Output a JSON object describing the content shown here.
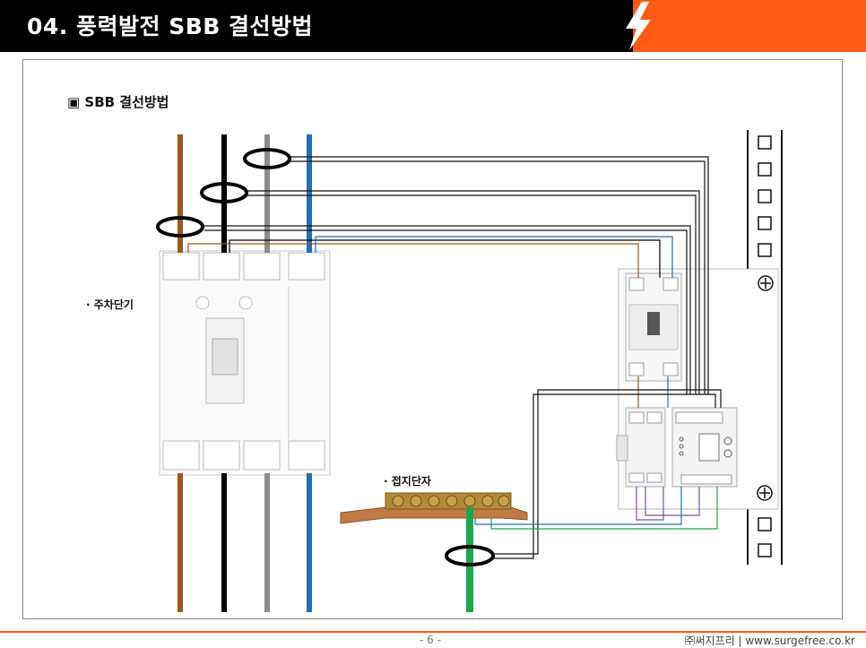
{
  "header": {
    "title": "04. 풍력발전 SBB 결선방법",
    "accent_color": "#ff5a14",
    "bolt_icon": "lightning-bolt-icon"
  },
  "section": {
    "subtitle": "▣ SBB 결선방법"
  },
  "labels": {
    "breaker": "· 주차단기",
    "ground_bar": "· 접지단자"
  },
  "wire_colors": {
    "L1": "#9a5a1c",
    "L2": "#000000",
    "L3": "#8c8c8c",
    "N": "#1f6fb5",
    "ground": "#1ea64a",
    "signal": "#7b4fa0"
  },
  "footer": {
    "page": "- 6 -",
    "brand": "㈜써지프리 | www.surgefree.co.kr"
  }
}
